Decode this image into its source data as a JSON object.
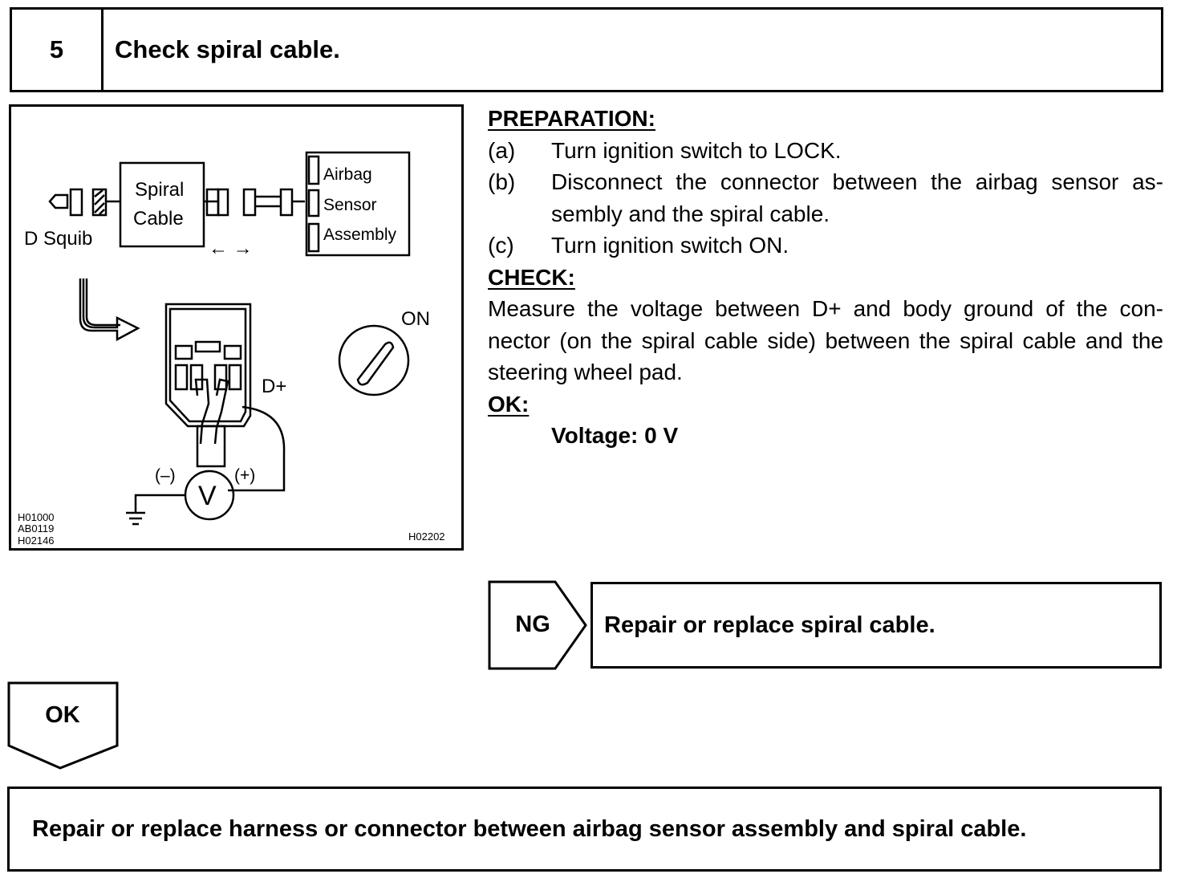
{
  "header": {
    "step_number": "5",
    "title": "Check spiral cable."
  },
  "figure": {
    "labels": {
      "d_squib": "D Squib",
      "spiral_cable_line1": "Spiral",
      "spiral_cable_line2": "Cable",
      "airbag": "Airbag",
      "sensor": "Sensor",
      "assembly": "Assembly",
      "arrows": "← →",
      "on": "ON",
      "d_plus": "D+",
      "minus": "(–)",
      "plus": "(+)",
      "voltmeter": "V",
      "code1": "H01000",
      "code2": "AB0119",
      "code3": "H02146",
      "code4": "H02202"
    }
  },
  "instructions": {
    "preparation_heading": "PREPARATION:",
    "steps": [
      {
        "label": "(a)",
        "text": "Turn ignition switch to LOCK."
      },
      {
        "label": "(b)",
        "text": "Disconnect the connector between the airbag sensor as-sembly and the spiral cable."
      },
      {
        "label": "(c)",
        "text": "Turn ignition switch ON."
      }
    ],
    "check_heading": "CHECK:",
    "check_text": "Measure the voltage between D+ and body ground of the con-nector (on the spiral cable side) between the spiral cable and the steering wheel pad.",
    "ok_heading": "OK:",
    "ok_value": "Voltage: 0 V"
  },
  "ng": {
    "label": "NG",
    "action": "Repair or replace spiral cable."
  },
  "ok": {
    "label": "OK"
  },
  "final": {
    "action": "Repair or replace harness or connector between airbag sensor assembly and spiral cable."
  }
}
